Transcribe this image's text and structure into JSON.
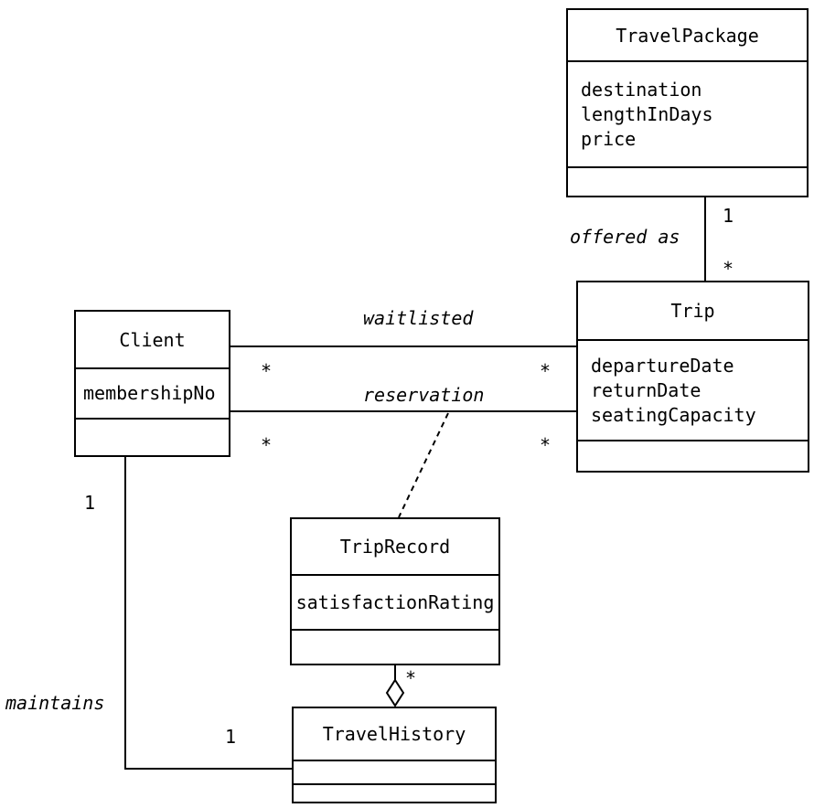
{
  "classes": {
    "travel_package": {
      "name": "TravelPackage",
      "attributes": [
        "destination",
        "lengthInDays",
        "price"
      ]
    },
    "trip": {
      "name": "Trip",
      "attributes": [
        "departureDate",
        "returnDate",
        "seatingCapacity"
      ]
    },
    "client": {
      "name": "Client",
      "attributes": [
        "membershipNo"
      ]
    },
    "trip_record": {
      "name": "TripRecord",
      "attributes": [
        "satisfactionRating"
      ]
    },
    "travel_history": {
      "name": "TravelHistory",
      "attributes": []
    }
  },
  "associations": {
    "offered_as": {
      "label": "offered as",
      "mult_package": "1",
      "mult_trip": "*"
    },
    "waitlisted": {
      "label": "waitlisted",
      "mult_client": "*",
      "mult_trip": "*"
    },
    "reservation": {
      "label": "reservation",
      "mult_client": "*",
      "mult_trip": "*"
    },
    "maintains": {
      "label": "maintains",
      "mult_client": "1",
      "mult_history": "1"
    },
    "aggregation": {
      "mult_record": "*"
    }
  }
}
